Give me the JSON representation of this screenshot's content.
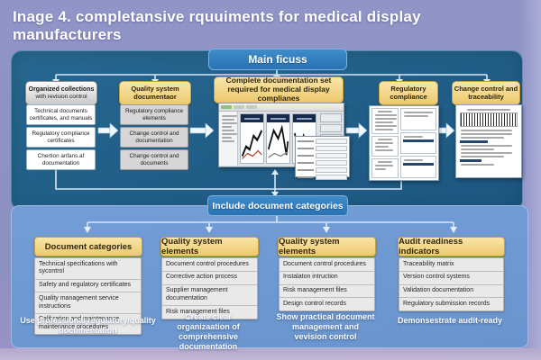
{
  "title": "Inage 4. completansive rquuiments for medical display manufacturers",
  "colors": {
    "background": "#8f93c5",
    "top_panel": "#1f5d88",
    "bottom_panel": "#6d97cf",
    "header_yellow": "#f2cf7f",
    "header_gray": "#dcdcdc",
    "bar_blue": "#2f80c2",
    "caption_text": "#ffffff"
  },
  "top": {
    "main_focus_label": "Main ficuss",
    "col1": {
      "header": "Organized collections",
      "subheader": "with revision control",
      "items": [
        "Technical documents certificates, and manuals",
        "Regulatory compliance certificates",
        "Chertion anfans.af documentation"
      ]
    },
    "col2": {
      "header": "Quality system documentaor",
      "items": [
        "Regulatory compliance elements",
        "Change control and documentation",
        "Change control and documents"
      ]
    },
    "col3": {
      "header": "Complete documentation set required for medical display complianes"
    },
    "col4": {
      "header": "Regulatory compliance"
    },
    "col5": {
      "header": "Change control and traceability"
    }
  },
  "include_bar_label": "Include document categories",
  "bottom": {
    "col1": {
      "header": "Document categories",
      "items": [
        "Technical specifications with sycontrol",
        "Safety and regulatory certificates",
        "Quality management service instructions",
        "Calibration and maintenance maintenance procedures"
      ],
      "caption": "Use professional regulatory/quality documentation"
    },
    "col2": {
      "header": "Quality system elements",
      "items": [
        "Document control procedures",
        "Corrective action process",
        "Supplier management documentation",
        "Risk management files"
      ],
      "caption": "Create clear organizaation of comprehensive documentation"
    },
    "col3": {
      "header": "Quality system elements",
      "items": [
        "Document control procedures",
        "Instalaton intruction",
        "Risk management files",
        "Design control records"
      ],
      "caption": "Show practical document management and vevision control"
    },
    "col4": {
      "header": "Audit readiness indicators",
      "items": [
        "Traceability matrix",
        "Version control systems",
        "Validation documentation",
        "Regulatory submission records"
      ],
      "caption": "Demonsestrate audit-ready"
    }
  }
}
